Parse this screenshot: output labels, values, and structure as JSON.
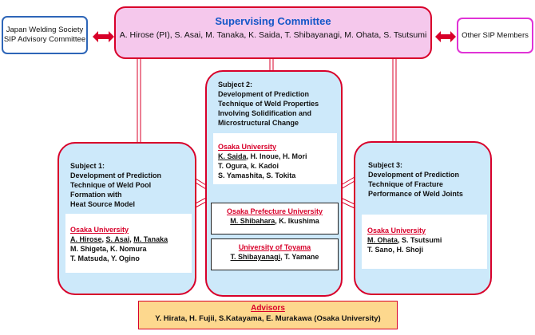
{
  "external_left": {
    "line1": "Japan Welding Society",
    "line2": "SIP Advisory Committee"
  },
  "external_right": {
    "label": "Other SIP Members"
  },
  "supervising": {
    "title": "Supervising Committee",
    "members": "A. Hirose (PI), S. Asai, M. Tanaka, K. Saida, T. Shibayanagi, M. Ohata, S. Tsutsumi"
  },
  "subject1": {
    "title_lines": [
      "Subject 1:",
      "Development of Prediction",
      "Technique of Weld Pool",
      "Formation with",
      "Heat Source Model"
    ],
    "university": "Osaka University",
    "member_line1_a": "A. Hirose",
    "member_line1_b": "S. Asai",
    "member_line1_c": "M. Tanaka",
    "member_line2": "M. Shigeta, K. Nomura",
    "member_line3": "T. Matsuda, Y. Ogino"
  },
  "subject2": {
    "title_lines": [
      "Subject 2:",
      "Development of Prediction",
      "Technique of Weld Properties",
      "Involving Solidification and",
      "Microstructural Change"
    ],
    "university": "Osaka University",
    "member_line1_lead": "K. Saida",
    "member_line1_rest": ", H. Inoue, H. Mori",
    "member_line2": "T. Ogura, k. Kadoi",
    "member_line3": "S. Yamashita, S. Tokita",
    "pref_university": "Osaka Prefecture University",
    "pref_lead": "M. Shibahara",
    "pref_rest": ", K. Ikushima",
    "toyama_university": "University of Toyama",
    "toyama_lead": "T. Shibayanagi",
    "toyama_rest": ", T. Yamane"
  },
  "subject3": {
    "title_lines": [
      "Subject 3:",
      "Development of Prediction",
      "Technique of Fracture",
      "Performance of Weld Joints"
    ],
    "university": "Osaka University",
    "member_line1_lead": "M. Ohata",
    "member_line1_rest": ", S. Tsutsumi",
    "member_line2": "T. Sano, H. Shoji"
  },
  "advisors": {
    "title": "Advisors",
    "members": "Y. Hirata, H. Fujii, S.Katayama, E. Murakawa (Osaka University)"
  },
  "colors": {
    "border_red": "#d8002a",
    "title_blue": "#1457c8",
    "supervising_fill": "#f5c8ec",
    "subject_fill": "#cde9fa",
    "advisors_fill": "#fdd88e",
    "left_box_border": "#2e66b8",
    "right_box_border": "#e033d6"
  }
}
